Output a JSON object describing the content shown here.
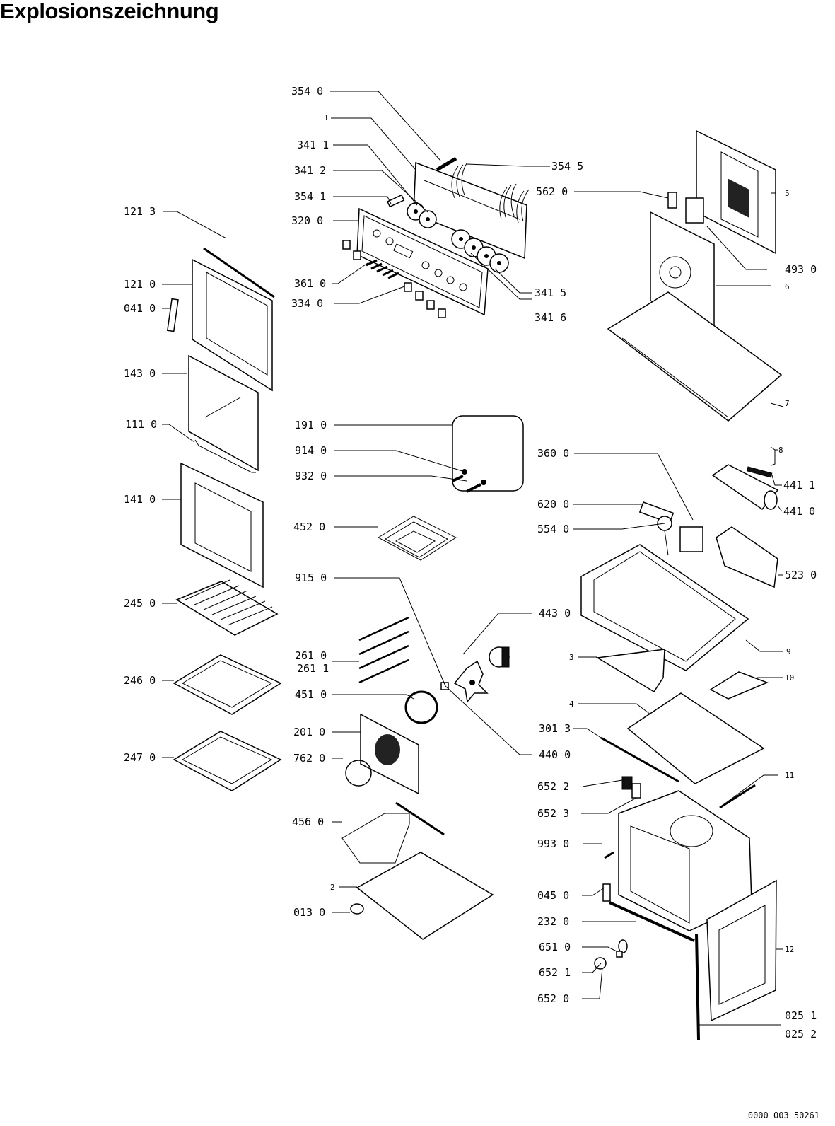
{
  "title": "Explosionszeichnung",
  "footer_code": "0000 003 50261",
  "callouts": [
    {
      "id": "c3540",
      "text": "354 0"
    },
    {
      "id": "c1",
      "text": "1"
    },
    {
      "id": "c3411",
      "text": "341 1"
    },
    {
      "id": "c3412",
      "text": "341 2"
    },
    {
      "id": "c3541",
      "text": "354 1"
    },
    {
      "id": "c3200",
      "text": "320 0"
    },
    {
      "id": "c3610",
      "text": "361 0"
    },
    {
      "id": "c3340",
      "text": "334 0"
    },
    {
      "id": "c3545",
      "text": "354 5"
    },
    {
      "id": "c5620",
      "text": "562 0"
    },
    {
      "id": "c3415",
      "text": "341 5"
    },
    {
      "id": "c3416",
      "text": "341 6"
    },
    {
      "id": "c5",
      "text": "5"
    },
    {
      "id": "c4930",
      "text": "493 0"
    },
    {
      "id": "c6",
      "text": "6"
    },
    {
      "id": "c7",
      "text": "7"
    },
    {
      "id": "c1213",
      "text": "121 3"
    },
    {
      "id": "c1210",
      "text": "121 0"
    },
    {
      "id": "c0410",
      "text": "041 0"
    },
    {
      "id": "c1430",
      "text": "143 0"
    },
    {
      "id": "c1110",
      "text": "111 0"
    },
    {
      "id": "c1410",
      "text": "141 0"
    },
    {
      "id": "c2450",
      "text": "245 0"
    },
    {
      "id": "c2460",
      "text": "246 0"
    },
    {
      "id": "c2470",
      "text": "247 0"
    },
    {
      "id": "c1910",
      "text": "191 0"
    },
    {
      "id": "c9140",
      "text": "914 0"
    },
    {
      "id": "c9320",
      "text": "932 0"
    },
    {
      "id": "c4520",
      "text": "452 0"
    },
    {
      "id": "c9150",
      "text": "915 0"
    },
    {
      "id": "c2610",
      "text": "261 0"
    },
    {
      "id": "c2611",
      "text": "261 1"
    },
    {
      "id": "c4510",
      "text": "451 0"
    },
    {
      "id": "c2010",
      "text": "201 0"
    },
    {
      "id": "c7620",
      "text": "762 0"
    },
    {
      "id": "c4560",
      "text": "456 0"
    },
    {
      "id": "c2",
      "text": "2"
    },
    {
      "id": "c0130",
      "text": "013 0"
    },
    {
      "id": "c3600",
      "text": "360 0"
    },
    {
      "id": "c8",
      "text": "8"
    },
    {
      "id": "c4411",
      "text": "441 1"
    },
    {
      "id": "c6200",
      "text": "620 0"
    },
    {
      "id": "c4410",
      "text": "441 0"
    },
    {
      "id": "c5540",
      "text": "554 0"
    },
    {
      "id": "c5230",
      "text": "523 0"
    },
    {
      "id": "c4430",
      "text": "443 0"
    },
    {
      "id": "c9",
      "text": "9"
    },
    {
      "id": "c3",
      "text": "3"
    },
    {
      "id": "c10",
      "text": "10"
    },
    {
      "id": "c4",
      "text": "4"
    },
    {
      "id": "c3013",
      "text": "301 3"
    },
    {
      "id": "c4400",
      "text": "440 0"
    },
    {
      "id": "c11",
      "text": "11"
    },
    {
      "id": "c6522",
      "text": "652 2"
    },
    {
      "id": "c6523",
      "text": "652 3"
    },
    {
      "id": "c9930",
      "text": "993 0"
    },
    {
      "id": "c0450",
      "text": "045 0"
    },
    {
      "id": "c2320",
      "text": "232 0"
    },
    {
      "id": "c12",
      "text": "12"
    },
    {
      "id": "c6510",
      "text": "651 0"
    },
    {
      "id": "c6521",
      "text": "652 1"
    },
    {
      "id": "c6520",
      "text": "652 0"
    },
    {
      "id": "c0251",
      "text": "025 1"
    },
    {
      "id": "c0252",
      "text": "025 2"
    }
  ]
}
